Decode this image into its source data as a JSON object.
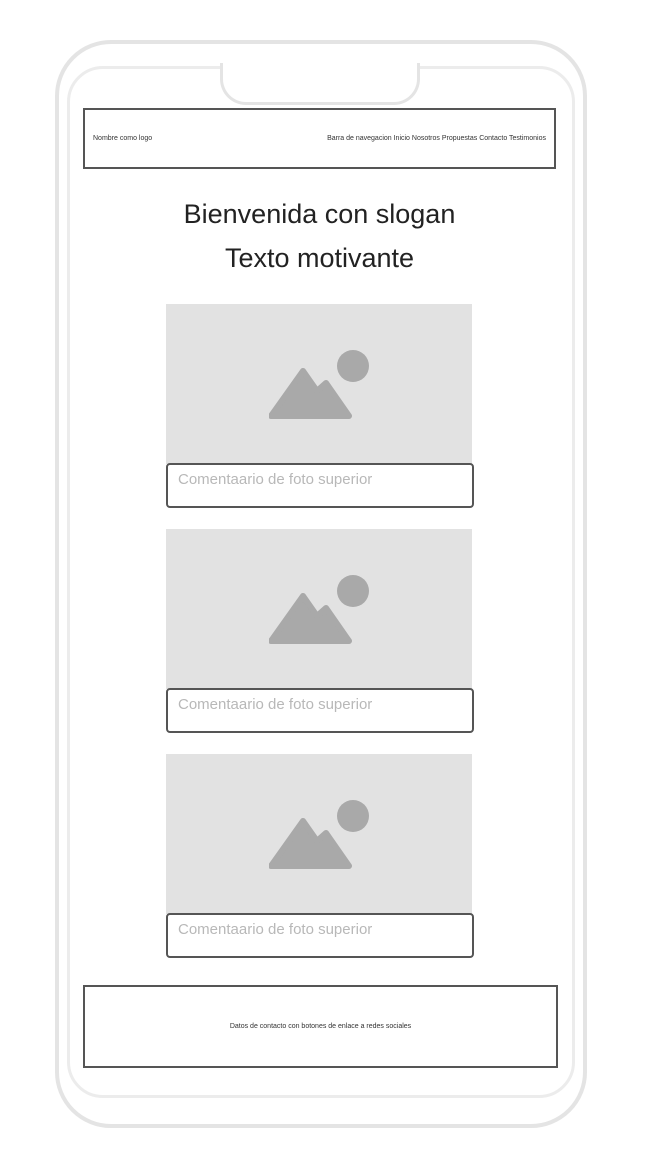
{
  "header": {
    "logo_text": "Nombre como logo",
    "nav_text": "Barra de navegacion Inicio Nosotros Propuestas Contacto Testimonios"
  },
  "hero": {
    "title": "Bienvenida con slogan",
    "subtitle": "Texto motivante"
  },
  "photos": [
    {
      "icon": "image-placeholder-icon",
      "caption": "Comentaario de foto superior"
    },
    {
      "icon": "image-placeholder-icon",
      "caption": "Comentaario de foto superior"
    },
    {
      "icon": "image-placeholder-icon",
      "caption": "Comentaario de foto superior"
    }
  ],
  "footer": {
    "text": "Datos de contacto con botones de enlace a redes sociales"
  },
  "colors": {
    "placeholder_bg": "#e2e2e2",
    "placeholder_icon": "#a9a9a9",
    "border": "#555555",
    "caption_text": "#b8b8b8"
  }
}
